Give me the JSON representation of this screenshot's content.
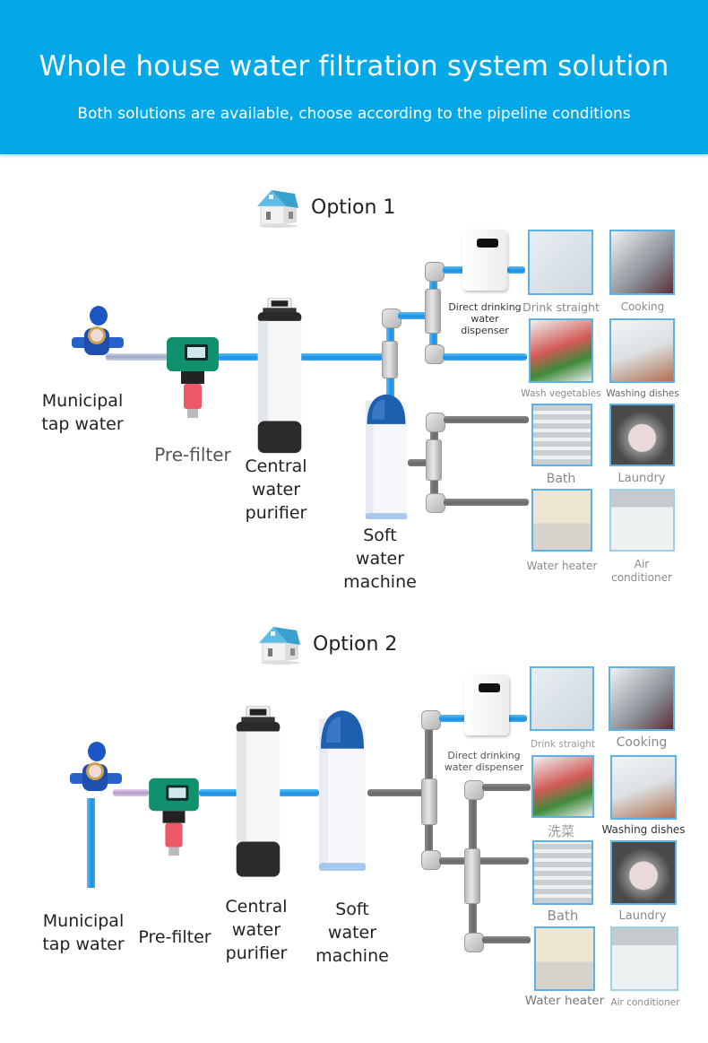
{
  "header": {
    "title": "Whole house water filtration system solution",
    "subtitle": "Both solutions are available, choose according to the pipeline conditions",
    "background_color": "#05a8e6"
  },
  "colors": {
    "filtered_pipe": "#1d8fe6",
    "unfiltered_pipe": "#6e6e6e",
    "photo_border": "#5cb3e3"
  },
  "option1": {
    "icon": "house-icon",
    "label": "Option 1",
    "devices": {
      "meter": "Municipal tap water",
      "prefilter": "Pre-filter",
      "purifier": "Central water purifier",
      "softener": "Soft water machine",
      "dispenser": "Direct drinking water dispenser"
    },
    "meter_lines": [
      "Municipal",
      "tap water"
    ],
    "purifier_lines": [
      "Central",
      "water",
      "purifier"
    ],
    "softener_lines": [
      "Soft",
      "water",
      "machine"
    ],
    "dispenser_lines": [
      "Direct drinking",
      "water",
      "dispenser"
    ],
    "uses": [
      {
        "label": "Drink straight",
        "icon": "glass-tap-photo"
      },
      {
        "label": "Cooking",
        "icon": "kitchen-sink-photo"
      },
      {
        "label": "Wash vegetables",
        "icon": "vegetables-photo"
      },
      {
        "label": "Washing dishes",
        "icon": "dishes-photo"
      },
      {
        "label": "Bath",
        "icon": "shower-photo"
      },
      {
        "label": "Laundry",
        "icon": "washing-machine-photo"
      },
      {
        "label": "Water heater",
        "icon": "water-heater-photo"
      },
      {
        "label": "Air conditioner",
        "icon": "air-conditioner-photo"
      }
    ],
    "ac_lines": [
      "Air",
      "conditioner"
    ]
  },
  "option2": {
    "icon": "house-icon",
    "label": "Option 2",
    "meter_lines": [
      "Municipal",
      "tap water"
    ],
    "prefilter": "Pre-filter",
    "purifier_lines": [
      "Central",
      "water",
      "purifier"
    ],
    "softener_lines": [
      "Soft",
      "water",
      "machine"
    ],
    "dispenser_lines": [
      "Direct drinking",
      "water dispenser"
    ],
    "uses": [
      {
        "label": "Drink straight",
        "icon": "glass-tap-photo"
      },
      {
        "label": "Cooking",
        "icon": "kitchen-sink-photo"
      },
      {
        "label": "洗菜",
        "icon": "vegetables-photo"
      },
      {
        "label": "Washing dishes",
        "icon": "dishes-photo"
      },
      {
        "label": "Bath",
        "icon": "shower-photo"
      },
      {
        "label": "Laundry",
        "icon": "washing-machine-photo"
      },
      {
        "label": "Water heater",
        "icon": "water-heater-photo"
      },
      {
        "label": "Air conditioner",
        "icon": "air-conditioner-photo"
      }
    ]
  }
}
